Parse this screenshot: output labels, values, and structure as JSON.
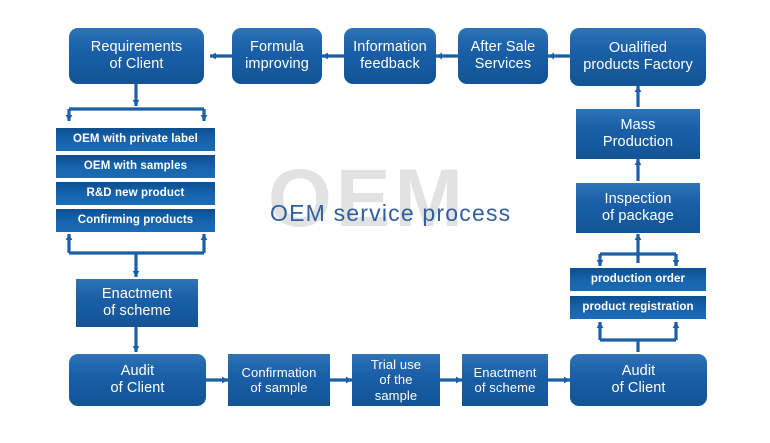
{
  "diagram": {
    "watermark": "OEM",
    "title": "OEM service process",
    "accent_color": "#1a5fa8",
    "box_text_color": "#ffffff",
    "watermark_color": "#e2e2e2",
    "title_color": "#2f5fa0",
    "background": "#ffffff"
  },
  "top_row": {
    "flow_direction": "right-to-left",
    "boxes": [
      {
        "id": "requirements-of-client",
        "line1": "Requirements",
        "line2": "of Client"
      },
      {
        "id": "formula-improving",
        "line1": "Formula",
        "line2": "improving"
      },
      {
        "id": "information-feedback",
        "line1": "Information",
        "line2": "feedback"
      },
      {
        "id": "after-sale-services",
        "line1": "After Sale",
        "line2": "Services"
      },
      {
        "id": "oualified-products-factory",
        "line1": "Oualified",
        "line2": "products Factory"
      }
    ]
  },
  "left_column": {
    "list_items": [
      {
        "id": "oem-with-private-label",
        "label": "OEM with private label"
      },
      {
        "id": "oem-with-samples",
        "label": "OEM with samples"
      },
      {
        "id": "rd-new-product",
        "label": "R&D new product"
      },
      {
        "id": "confirming-products",
        "label": "Confirming products"
      }
    ],
    "enactment": {
      "id": "enactment-of-scheme-left",
      "line1": "Enactment",
      "line2": "of scheme"
    }
  },
  "right_column": {
    "flow_direction": "bottom-to-top",
    "mass_production": {
      "id": "mass-production",
      "line1": "Mass",
      "line2": "Production"
    },
    "inspection": {
      "id": "inspection-of-package",
      "line1": "Inspection",
      "line2": "of package"
    },
    "list_items": [
      {
        "id": "production-order",
        "label": "production order"
      },
      {
        "id": "product-registration",
        "label": "product registration"
      }
    ]
  },
  "bottom_row": {
    "flow_direction": "left-to-right",
    "boxes": [
      {
        "id": "audit-of-client-left",
        "line1": "Audit",
        "line2": "of Client"
      },
      {
        "id": "confirmation-of-sample",
        "line1": "Confirmation",
        "line2": "of sample"
      },
      {
        "id": "trial-use-of-the-sample",
        "line1": "Trial use",
        "line2": "of the sample"
      },
      {
        "id": "enactment-of-scheme-bottom",
        "line1": "Enactment",
        "line2": "of scheme"
      },
      {
        "id": "audit-of-client-right",
        "line1": "Audit",
        "line2": "of Client"
      }
    ]
  }
}
